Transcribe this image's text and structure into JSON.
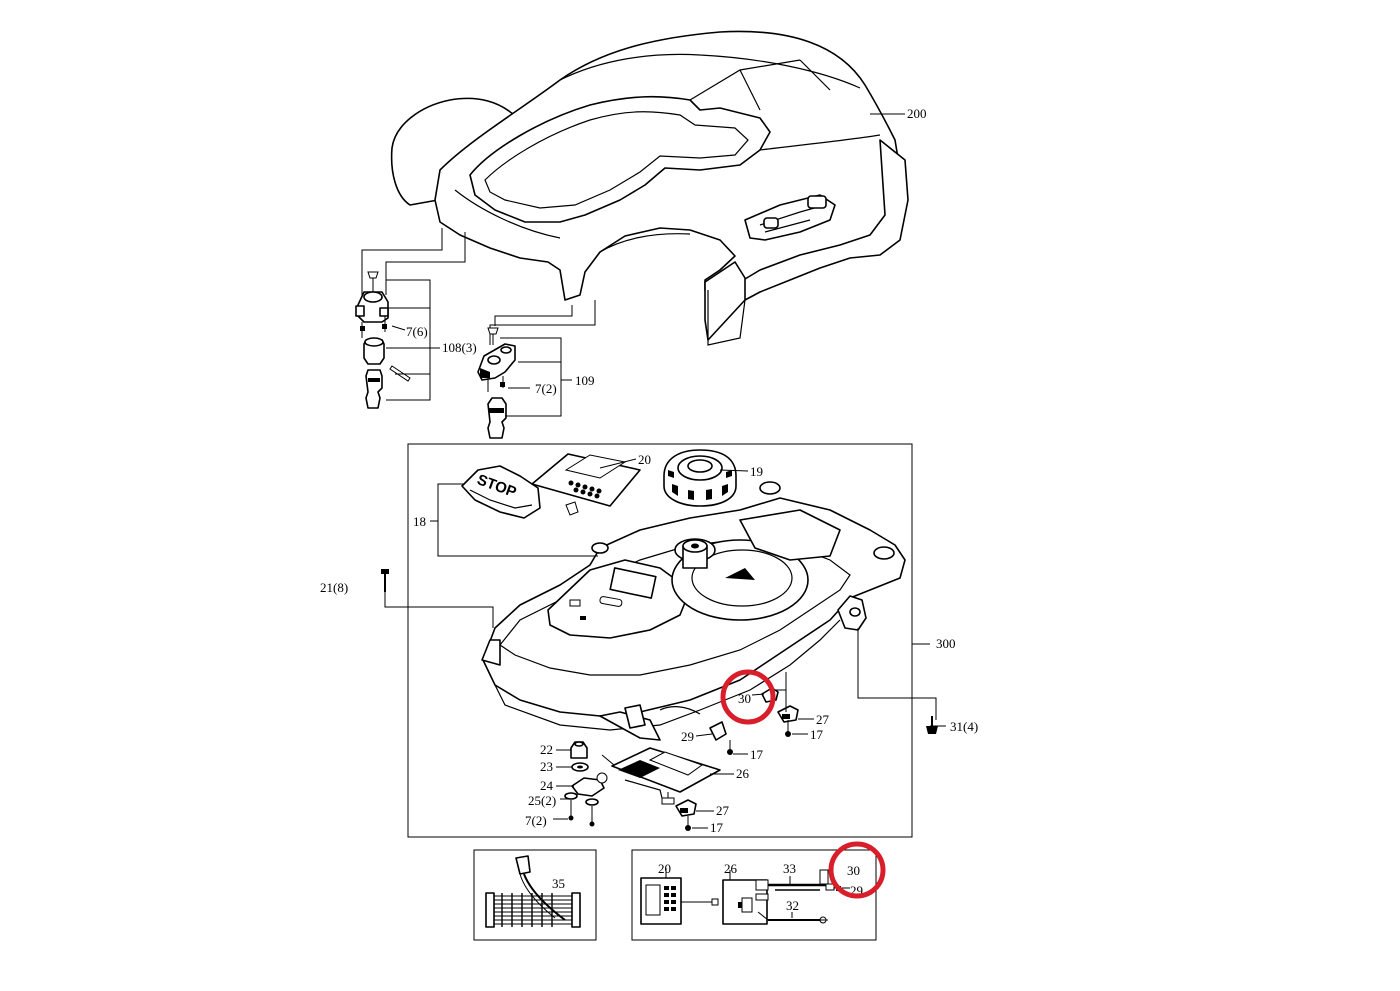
{
  "callouts": {
    "c200": "200",
    "c108": "108(3)",
    "c7_6": "7(6)",
    "c109": "109",
    "c7_2a": "7(2)",
    "c20a": "20",
    "c19": "19",
    "c18": "18",
    "c21": "21(8)",
    "c300": "300",
    "c30a": "30",
    "c27a": "27",
    "c17a": "17",
    "c29": "29",
    "c17b": "17",
    "c22": "22",
    "c23": "23",
    "c24": "24",
    "c25": "25(2)",
    "c7_2b": "7(2)",
    "c26a": "26",
    "c27b": "27",
    "c17c": "17",
    "c31": "31(4)",
    "c35": "35",
    "c20b": "20",
    "c26b": "26",
    "c33": "33",
    "c30b": "30",
    "c29b": "29",
    "c32": "32"
  },
  "decals": {
    "stop_label": "STOP"
  },
  "highlight_color": "#d81e2a"
}
